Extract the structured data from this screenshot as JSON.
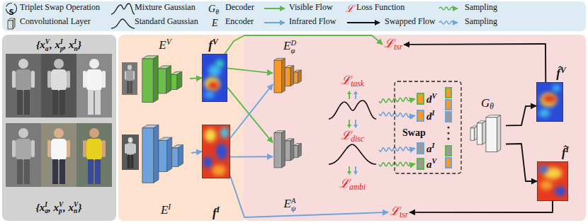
{
  "diagram": {
    "nodes": [
      {
        "text": [
          "{xaV, xpI, xnI}",
          "{xaI, xpV, xnV}"
        ]
      },
      {
        "text": [
          "EV"
        ]
      },
      {
        "text": [
          "fV"
        ]
      },
      {
        "text": [
          "EI"
        ]
      },
      {
        "text": [
          "fI"
        ]
      },
      {
        "text": [
          "EφD"
        ]
      },
      {
        "text": [
          "ℒtask",
          "ℒdisc"
        ]
      },
      {
        "text": [
          "EψA"
        ]
      },
      {
        "text": [
          "ℒambi"
        ]
      },
      {
        "text": [
          "ℒtsr"
        ]
      },
      {
        "text": [
          "ℒtsr"
        ]
      },
      {
        "text": [
          "Swap"
        ]
      },
      {
        "text": [
          "dV"
        ],
        "in": 11
      },
      {
        "text": [
          "dI"
        ],
        "in": 11
      },
      {
        "text": [
          "aI"
        ],
        "in": 11
      },
      {
        "text": [
          "aV"
        ],
        "in": 11
      },
      {
        "text": [
          "Gθ"
        ]
      },
      {
        "text": [
          "f̂V"
        ]
      },
      {
        "text": [
          "f̂I"
        ]
      }
    ],
    "edges": [
      {
        "from": 1,
        "to": 2,
        "arrow": "to"
      },
      {
        "from": 3,
        "to": 4,
        "arrow": "to"
      },
      {
        "from": 2,
        "to": 5,
        "arrow": "to"
      },
      {
        "from": 2,
        "to": 7,
        "arrow": "to"
      },
      {
        "from": 4,
        "to": 5,
        "arrow": "to"
      },
      {
        "from": 4,
        "to": 7,
        "arrow": "to"
      },
      {
        "from": 2,
        "to": 9,
        "arrow": "to"
      },
      {
        "from": 4,
        "to": 10,
        "arrow": "to"
      },
      {
        "from": 6,
        "to": 12,
        "arrow": "to"
      },
      {
        "from": 6,
        "to": 13,
        "arrow": "to"
      },
      {
        "from": 8,
        "to": 14,
        "arrow": "to"
      },
      {
        "from": 8,
        "to": 15,
        "arrow": "to"
      },
      {
        "from": 16,
        "to": 17,
        "arrow": "to"
      },
      {
        "from": 16,
        "to": 18,
        "arrow": "to"
      },
      {
        "from": 17,
        "to": 9,
        "arrow": "to"
      },
      {
        "from": 18,
        "to": 10,
        "arrow": "to"
      }
    ],
    "labels": [
      "S",
      "Gθ",
      "E",
      "ℒ"
    ],
    "legend": [
      {
        "text": "Triplet Swap Operation"
      },
      {
        "text": "Mixture Gaussian"
      },
      {
        "text": "Decoder"
      },
      {
        "text": "Visible Flow"
      },
      {
        "text": "Loss Function"
      },
      {
        "text": "Sampling"
      },
      {
        "text": "Convolutional Layer"
      },
      {
        "text": "Standard Gaussian"
      },
      {
        "text": "Encoder"
      },
      {
        "text": "Infrared Flow"
      },
      {
        "text": "Swapped Flow"
      },
      {
        "text": "Sampling"
      }
    ]
  }
}
